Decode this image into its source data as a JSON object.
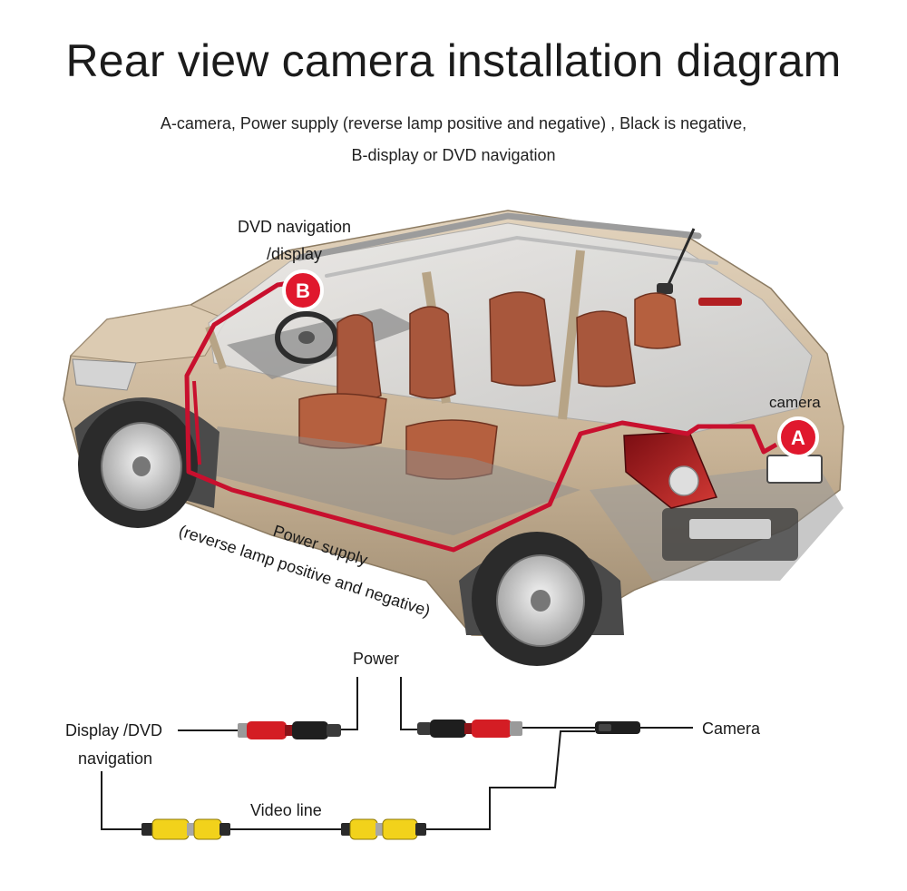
{
  "title": "Rear view camera installation diagram",
  "subtitle_line1": "A-camera, Power supply (reverse lamp positive and negative) , Black is negative,",
  "subtitle_line2": "B-display or DVD navigation",
  "car_labels": {
    "dvd_line1": "DVD navigation",
    "dvd_line2": "/display",
    "badge_b": "B",
    "camera": "camera",
    "badge_a": "A",
    "power_supply": "Power supply",
    "power_supply_detail": "(reverse lamp positive and negative)"
  },
  "wiring_labels": {
    "power": "Power",
    "display_line1": "Display /DVD",
    "display_line2": "navigation",
    "camera": "Camera",
    "video_line": "Video line"
  },
  "colors": {
    "route_red": "#c8102e",
    "badge_red": "#e0182d",
    "car_body": "#c9b497",
    "seat": "#a8573c",
    "rca_yellow": "#f2d21b",
    "plug_red": "#d41d24"
  }
}
